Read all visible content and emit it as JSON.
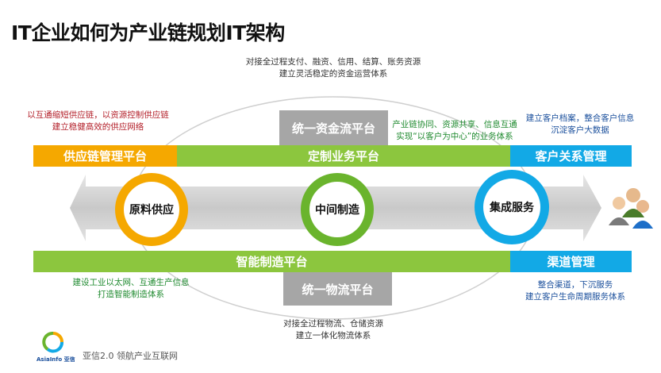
{
  "title": "IT企业如何为产业链规划IT架构",
  "top_note": {
    "line1": "对接全过程支付、融资、信用、结算、账务资源",
    "line2": "建立灵活稳定的资金运营体系"
  },
  "left_top_note": {
    "line1": "以互通缩短供应链，以资源控制供应链",
    "line2": "建立稳健高效的供应网络"
  },
  "center_note": {
    "line1": "产业链协同、资源共享、信息互通",
    "line2": "实现“以客户为中心”的业务体系"
  },
  "right_top_note": {
    "line1": "建立客户档案，整合客户信息",
    "line2": "沉淀客户大数据"
  },
  "top_box": {
    "label": "统一资金流平台"
  },
  "top_bars": {
    "left": "供应链管理平台",
    "center": "定制业务平台",
    "right": "客户关系管理"
  },
  "circles": {
    "left": "原料供应",
    "center": "中间制造",
    "right": "集成服务"
  },
  "bottom_bars": {
    "center": "智能制造平台",
    "right": "渠道管理"
  },
  "bottom_box": {
    "label": "统一物流平台"
  },
  "left_bottom_note": {
    "line1": "建设工业以太网、互通生产信息",
    "line2": "打造智能制造体系"
  },
  "right_bottom_note": {
    "line1": "整合渠道，下沉服务",
    "line2": "建立客户生命周期服务体系"
  },
  "bottom_note": {
    "line1": "对接全过程物流、仓储资源",
    "line2": "建立一体化物流体系"
  },
  "logo": {
    "text": "AsiaInfo 亚信"
  },
  "footer": {
    "text": "亚信2.0  领航产业互联网"
  },
  "colors": {
    "orange": "#f5a800",
    "green": "#8cc63e",
    "blue": "#12a9e6",
    "gray_box": "#a6a6a6",
    "note_red": "#b3202a",
    "note_green": "#1f8a2f",
    "note_blue": "#1a4f9c"
  },
  "icons": {
    "customer": "people-group-icon",
    "logo": "asiainfo-logo-icon"
  }
}
